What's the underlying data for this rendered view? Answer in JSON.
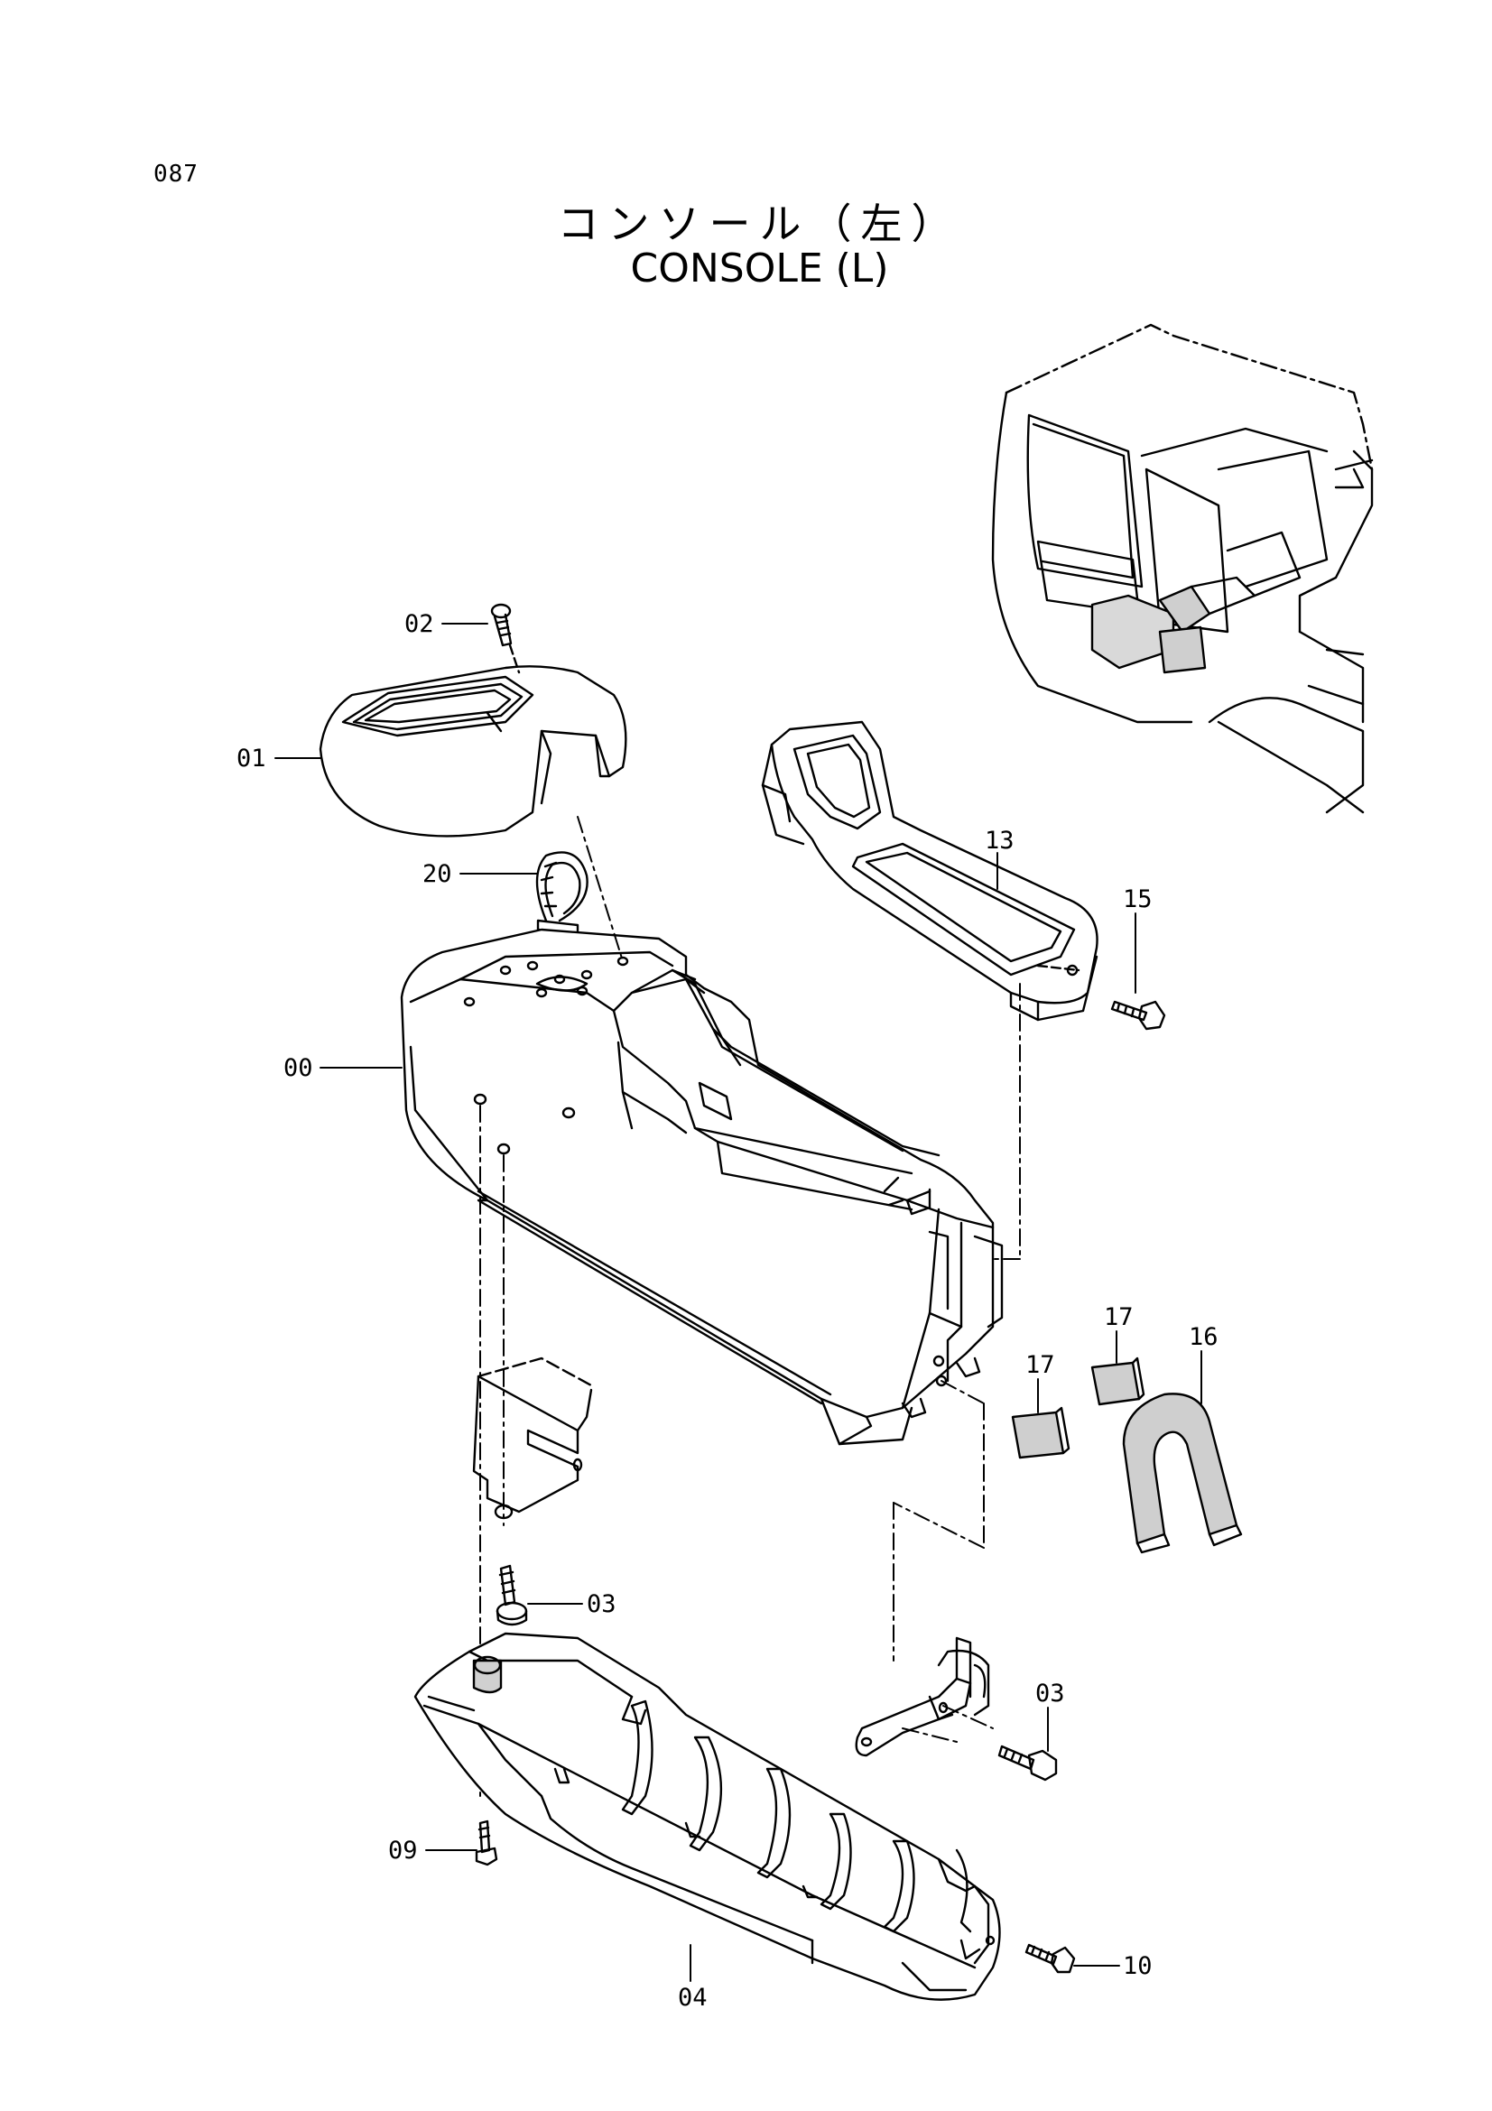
{
  "page_number": "087",
  "title_jp": "コンソール（左）",
  "title_en": "CONSOLE (L)",
  "callouts": {
    "c00": "00",
    "c01": "01",
    "c02": "02",
    "c03a": "03",
    "c03b": "03",
    "c04": "04",
    "c09": "09",
    "c10": "10",
    "c13": "13",
    "c15": "15",
    "c16": "16",
    "c17a": "17",
    "c17b": "17",
    "c20": "20"
  }
}
